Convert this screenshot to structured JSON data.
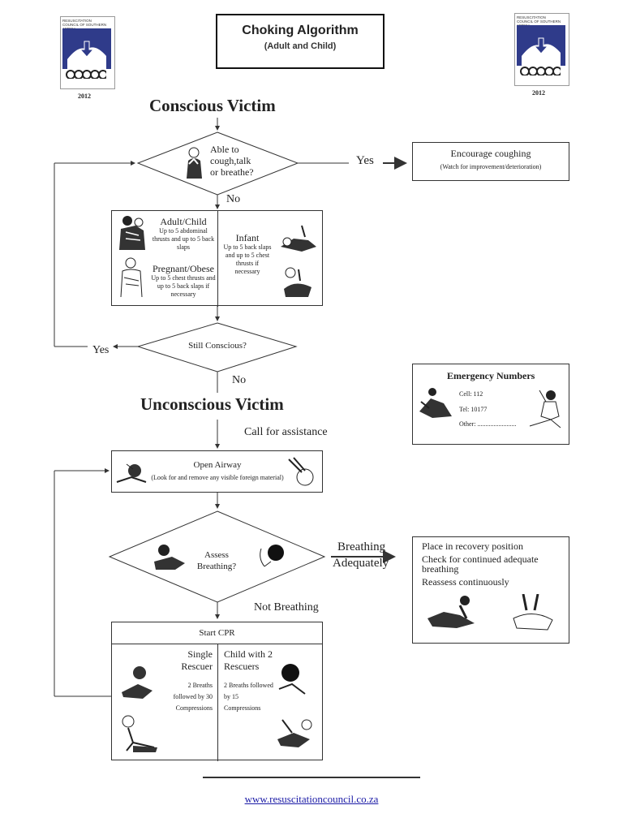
{
  "header": {
    "title": "Choking Algorithm",
    "subtitle": "(Adult and Child)",
    "logo_text": "RESUSCITATION COUNCIL OF SOUTHERN AFRICA",
    "year_left": "2012",
    "year_right": "2012"
  },
  "conscious": {
    "heading": "Conscious Victim",
    "question": "Able to cough,talk or breathe?",
    "yes_label": "Yes",
    "no_label": "No",
    "encourage_title": "Encourage coughing",
    "encourage_note": "(Watch for improvement/deterioration)"
  },
  "treatment": {
    "adult_title": "Adult/Child",
    "adult_text": "Up to 5 abdominal thrusts and up to 5 back slaps",
    "pregnant_title": "Pregnant/Obese",
    "pregnant_text": "Up to 5 chest thrusts and up to 5 back slaps if necessary",
    "infant_title": "Infant",
    "infant_text": "Up to 5 back slaps and up to 5 chest thrusts if necessary"
  },
  "still": {
    "question": "Still Conscious?",
    "yes_label": "Yes",
    "no_label": "No"
  },
  "emergency": {
    "title": "Emergency Numbers",
    "cell": "Cell: 112",
    "tel": "Tel: 10177",
    "other": "Other: ........................"
  },
  "unconscious": {
    "heading": "Unconscious Victim",
    "call": "Call for assistance",
    "airway_title": "Open Airway",
    "airway_note": "(Look for and remove any visible foreign material)",
    "assess": "Assess Breathing?",
    "breathing_1": "Breathing",
    "breathing_2": "Adequately",
    "not_breathing": "Not Breathing"
  },
  "recovery": {
    "line1": "Place in recovery position",
    "line2": "Check for continued adequate breathing",
    "line3": "Reassess continuously"
  },
  "cpr": {
    "title": "Start CPR",
    "single_title": "Single Rescuer",
    "single_text": "2 Breaths followed by 30 Compressions",
    "child_title": "Child with 2 Rescuers",
    "child_text": "2 Breaths followed by 15 Compressions"
  },
  "footer": {
    "url": "www.resuscitationcouncil.co.za"
  },
  "colors": {
    "logo_blue": "#2f3b8a",
    "link": "#1a1aa6",
    "line": "#333333"
  },
  "icons": [
    "logo-left",
    "logo-right",
    "rescuer-figures"
  ]
}
